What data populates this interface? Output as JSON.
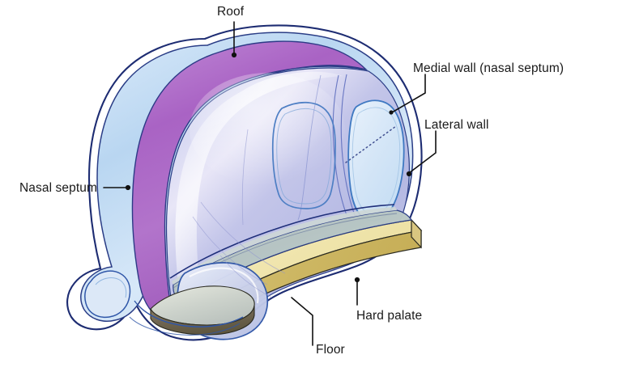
{
  "figure": {
    "title": "Nasal cavity boundaries",
    "type": "anatomical-illustration",
    "view": "three-quarter cutaway of the right nasal cavity",
    "background_color": "#ffffff"
  },
  "labels": [
    {
      "id": "roof",
      "text": "Roof"
    },
    {
      "id": "medial",
      "text": "Medial wall (nasal septum)"
    },
    {
      "id": "lateral",
      "text": "Lateral wall"
    },
    {
      "id": "septum",
      "text": "Nasal septum"
    },
    {
      "id": "palate",
      "text": "Hard palate"
    },
    {
      "id": "floor",
      "text": "Floor"
    }
  ],
  "colors": {
    "outline_dark": "#1f2f7a",
    "outline_black": "#1a1a1a",
    "mucosa_purple": "#b278c8",
    "mucosa_purple_deep": "#9b5fb5",
    "cartilage_light_blue": "#bcd8f0",
    "body_lavender": "#b9bce6",
    "body_lavender_light": "#d3d6f1",
    "highlight_white": "#ffffff",
    "floor_sage": "#b9c6c2",
    "hard_palate_cream": "#efe5b0",
    "hard_palate_edge": "#cbb867",
    "nostril_brown": "#7d7158",
    "leader_line": "#111111"
  },
  "leaders": [
    {
      "id": "roof",
      "style": "vertical line with terminal dot"
    },
    {
      "id": "medial",
      "style": "elbow line angling down-left to outline"
    },
    {
      "id": "lateral",
      "style": "elbow line angling down-left with terminal dot"
    },
    {
      "id": "septum",
      "style": "horizontal line with terminal dot"
    },
    {
      "id": "palate",
      "style": "vertical line with terminal dot"
    },
    {
      "id": "floor",
      "style": "elbow line angling up-left"
    }
  ]
}
